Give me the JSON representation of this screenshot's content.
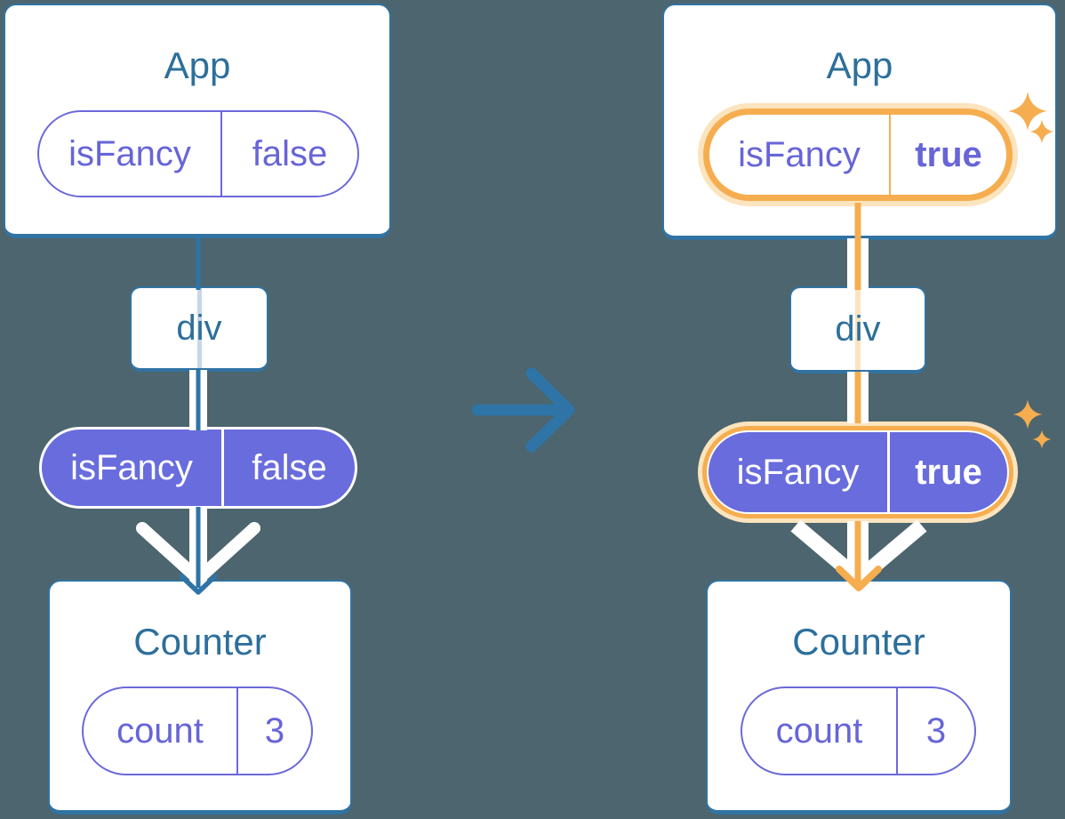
{
  "colors": {
    "background": "#4D656E",
    "card_border_teal": "#3173A2",
    "title_text_teal": "#2D6F9B",
    "state_line_blue": "#2E74A6",
    "prop_purple_fill": "#696CDC",
    "purple_outline": "#6C69DA",
    "purple_text": "#6765D7",
    "highlight_orange": "#F6AD4F",
    "highlight_orange_pale": "#FBE4BE",
    "arrow_white": "#FFFFFF"
  },
  "icons": {
    "transition": "arrow-right-icon",
    "highlight": "sparkle-icon"
  },
  "before": {
    "app": {
      "title": "App",
      "state": {
        "key": "isFancy",
        "value": "false"
      }
    },
    "div": {
      "label": "div"
    },
    "prop": {
      "key": "isFancy",
      "value": "false"
    },
    "counter": {
      "title": "Counter",
      "state": {
        "key": "count",
        "value": "3"
      }
    }
  },
  "after": {
    "app": {
      "title": "App",
      "state": {
        "key": "isFancy",
        "value": "true"
      }
    },
    "div": {
      "label": "div"
    },
    "prop": {
      "key": "isFancy",
      "value": "true"
    },
    "counter": {
      "title": "Counter",
      "state": {
        "key": "count",
        "value": "3"
      }
    }
  }
}
